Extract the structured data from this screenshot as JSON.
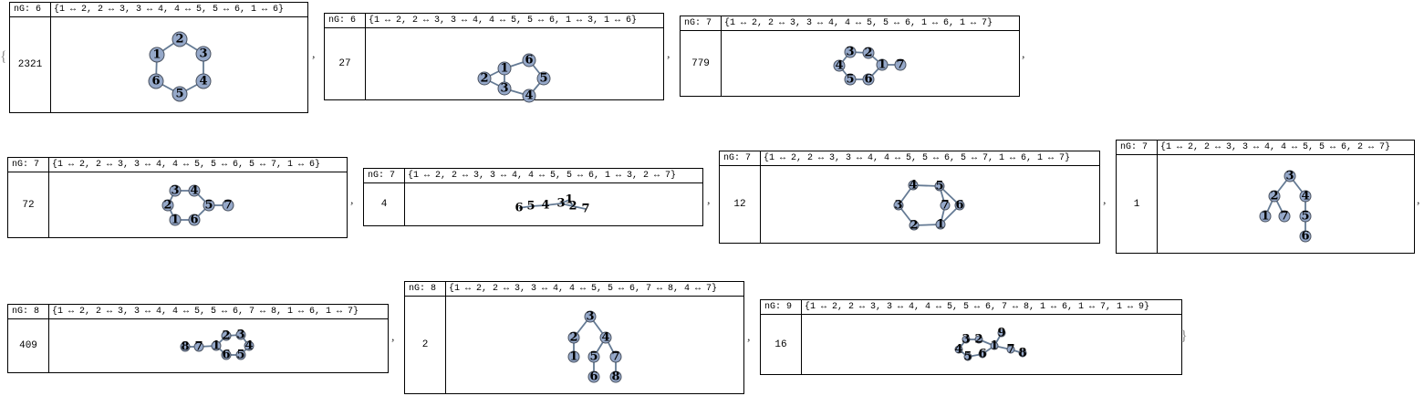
{
  "open_brace": "{",
  "close_brace": "}",
  "separator": ",",
  "graphs": [
    {
      "ng_label": "nG: 6",
      "edges": "{1 ↔ 2, 2 ↔ 3, 3 ↔ 4, 4 ↔ 5, 5 ↔ 6, 1 ↔ 6}",
      "count": "2321",
      "nodes": [
        {
          "id": "1"
        },
        {
          "id": "2"
        },
        {
          "id": "3"
        },
        {
          "id": "4"
        },
        {
          "id": "5"
        },
        {
          "id": "6"
        }
      ],
      "links": [
        [
          "1",
          "2"
        ],
        [
          "2",
          "3"
        ],
        [
          "3",
          "4"
        ],
        [
          "4",
          "5"
        ],
        [
          "5",
          "6"
        ],
        [
          "1",
          "6"
        ]
      ]
    },
    {
      "ng_label": "nG: 6",
      "edges": "{1 ↔ 2, 2 ↔ 3, 3 ↔ 4, 4 ↔ 5, 5 ↔ 6, 1 ↔ 3, 1 ↔ 6}",
      "count": "27",
      "nodes": [
        {
          "id": "1"
        },
        {
          "id": "2"
        },
        {
          "id": "3"
        },
        {
          "id": "4"
        },
        {
          "id": "5"
        },
        {
          "id": "6"
        }
      ],
      "links": [
        [
          "1",
          "2"
        ],
        [
          "2",
          "3"
        ],
        [
          "3",
          "4"
        ],
        [
          "4",
          "5"
        ],
        [
          "5",
          "6"
        ],
        [
          "1",
          "3"
        ],
        [
          "1",
          "6"
        ]
      ]
    },
    {
      "ng_label": "nG: 7",
      "edges": "{1 ↔ 2, 2 ↔ 3, 3 ↔ 4, 4 ↔ 5, 5 ↔ 6, 1 ↔ 6, 1 ↔ 7}",
      "count": "779",
      "nodes": [
        {
          "id": "1"
        },
        {
          "id": "2"
        },
        {
          "id": "3"
        },
        {
          "id": "4"
        },
        {
          "id": "5"
        },
        {
          "id": "6"
        },
        {
          "id": "7"
        }
      ],
      "links": [
        [
          "1",
          "2"
        ],
        [
          "2",
          "3"
        ],
        [
          "3",
          "4"
        ],
        [
          "4",
          "5"
        ],
        [
          "5",
          "6"
        ],
        [
          "1",
          "6"
        ],
        [
          "1",
          "7"
        ]
      ]
    },
    {
      "ng_label": "nG: 7",
      "edges": "{1 ↔ 2, 2 ↔ 3, 3 ↔ 4, 4 ↔ 5, 5 ↔ 6, 5 ↔ 7, 1 ↔ 6}",
      "count": "72",
      "nodes": [
        {
          "id": "1"
        },
        {
          "id": "2"
        },
        {
          "id": "3"
        },
        {
          "id": "4"
        },
        {
          "id": "5"
        },
        {
          "id": "6"
        },
        {
          "id": "7"
        }
      ],
      "links": [
        [
          "1",
          "2"
        ],
        [
          "2",
          "3"
        ],
        [
          "3",
          "4"
        ],
        [
          "4",
          "5"
        ],
        [
          "5",
          "6"
        ],
        [
          "5",
          "7"
        ],
        [
          "1",
          "6"
        ]
      ]
    },
    {
      "ng_label": "nG: 7",
      "edges": "{1 ↔ 2, 2 ↔ 3, 3 ↔ 4, 4 ↔ 5, 5 ↔ 6, 1 ↔ 3, 2 ↔ 7}",
      "count": "4",
      "nodes": [
        {
          "id": "1"
        },
        {
          "id": "2"
        },
        {
          "id": "3"
        },
        {
          "id": "4"
        },
        {
          "id": "5"
        },
        {
          "id": "6"
        },
        {
          "id": "7"
        }
      ],
      "links": [
        [
          "1",
          "2"
        ],
        [
          "2",
          "3"
        ],
        [
          "3",
          "4"
        ],
        [
          "4",
          "5"
        ],
        [
          "5",
          "6"
        ],
        [
          "1",
          "3"
        ],
        [
          "2",
          "7"
        ]
      ]
    },
    {
      "ng_label": "nG: 7",
      "edges": "{1 ↔ 2, 2 ↔ 3, 3 ↔ 4, 4 ↔ 5, 5 ↔ 6, 5 ↔ 7, 1 ↔ 6, 1 ↔ 7}",
      "count": "12",
      "nodes": [
        {
          "id": "1"
        },
        {
          "id": "2"
        },
        {
          "id": "3"
        },
        {
          "id": "4"
        },
        {
          "id": "5"
        },
        {
          "id": "6"
        },
        {
          "id": "7"
        }
      ],
      "links": [
        [
          "1",
          "2"
        ],
        [
          "2",
          "3"
        ],
        [
          "3",
          "4"
        ],
        [
          "4",
          "5"
        ],
        [
          "5",
          "6"
        ],
        [
          "5",
          "7"
        ],
        [
          "1",
          "6"
        ],
        [
          "1",
          "7"
        ]
      ]
    },
    {
      "ng_label": "nG: 7",
      "edges": "{1 ↔ 2, 2 ↔ 3, 3 ↔ 4, 4 ↔ 5, 5 ↔ 6, 2 ↔ 7}",
      "count": "1",
      "nodes": [
        {
          "id": "1"
        },
        {
          "id": "2"
        },
        {
          "id": "3"
        },
        {
          "id": "4"
        },
        {
          "id": "5"
        },
        {
          "id": "6"
        },
        {
          "id": "7"
        }
      ],
      "links": [
        [
          "1",
          "2"
        ],
        [
          "2",
          "3"
        ],
        [
          "3",
          "4"
        ],
        [
          "4",
          "5"
        ],
        [
          "5",
          "6"
        ],
        [
          "2",
          "7"
        ]
      ]
    },
    {
      "ng_label": "nG: 8",
      "edges": "{1 ↔ 2, 2 ↔ 3, 3 ↔ 4, 4 ↔ 5, 5 ↔ 6, 7 ↔ 8, 1 ↔ 6, 1 ↔ 7}",
      "count": "409",
      "nodes": [
        {
          "id": "1"
        },
        {
          "id": "2"
        },
        {
          "id": "3"
        },
        {
          "id": "4"
        },
        {
          "id": "5"
        },
        {
          "id": "6"
        },
        {
          "id": "7"
        },
        {
          "id": "8"
        }
      ],
      "links": [
        [
          "1",
          "2"
        ],
        [
          "2",
          "3"
        ],
        [
          "3",
          "4"
        ],
        [
          "4",
          "5"
        ],
        [
          "5",
          "6"
        ],
        [
          "7",
          "8"
        ],
        [
          "1",
          "6"
        ],
        [
          "1",
          "7"
        ]
      ]
    },
    {
      "ng_label": "nG: 8",
      "edges": "{1 ↔ 2, 2 ↔ 3, 3 ↔ 4, 4 ↔ 5, 5 ↔ 6, 7 ↔ 8, 4 ↔ 7}",
      "count": "2",
      "nodes": [
        {
          "id": "1"
        },
        {
          "id": "2"
        },
        {
          "id": "3"
        },
        {
          "id": "4"
        },
        {
          "id": "5"
        },
        {
          "id": "6"
        },
        {
          "id": "7"
        },
        {
          "id": "8"
        }
      ],
      "links": [
        [
          "1",
          "2"
        ],
        [
          "2",
          "3"
        ],
        [
          "3",
          "4"
        ],
        [
          "4",
          "5"
        ],
        [
          "5",
          "6"
        ],
        [
          "7",
          "8"
        ],
        [
          "4",
          "7"
        ]
      ]
    },
    {
      "ng_label": "nG: 9",
      "edges": "{1 ↔ 2, 2 ↔ 3, 3 ↔ 4, 4 ↔ 5, 5 ↔ 6, 7 ↔ 8, 1 ↔ 6, 1 ↔ 7, 1 ↔ 9}",
      "count": "16",
      "nodes": [
        {
          "id": "1"
        },
        {
          "id": "2"
        },
        {
          "id": "3"
        },
        {
          "id": "4"
        },
        {
          "id": "5"
        },
        {
          "id": "6"
        },
        {
          "id": "7"
        },
        {
          "id": "8"
        },
        {
          "id": "9"
        }
      ],
      "links": [
        [
          "1",
          "2"
        ],
        [
          "2",
          "3"
        ],
        [
          "3",
          "4"
        ],
        [
          "4",
          "5"
        ],
        [
          "5",
          "6"
        ],
        [
          "7",
          "8"
        ],
        [
          "1",
          "6"
        ],
        [
          "1",
          "7"
        ],
        [
          "1",
          "9"
        ]
      ]
    }
  ]
}
